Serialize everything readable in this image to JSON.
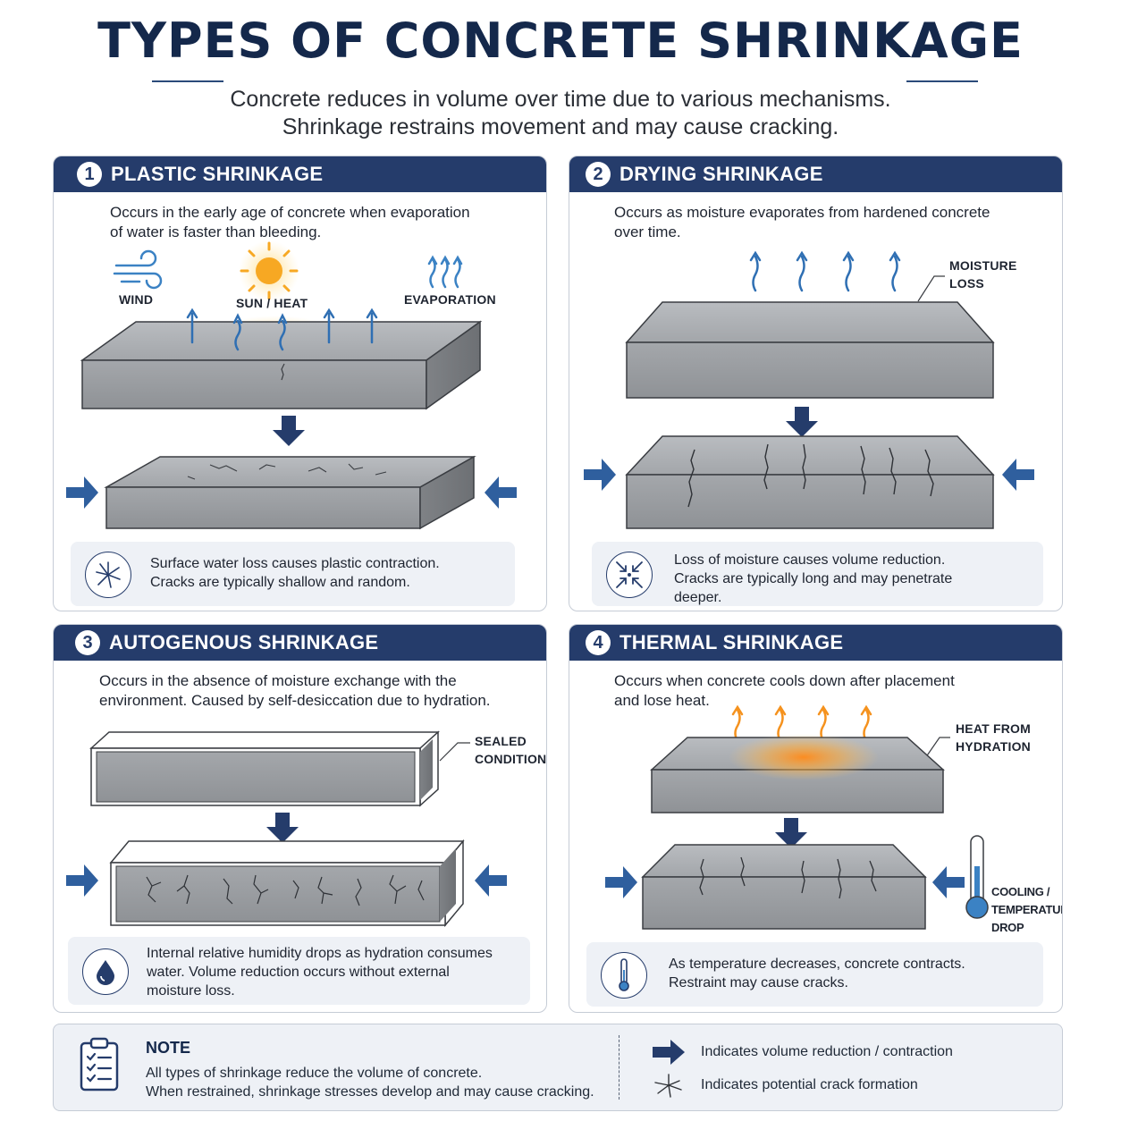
{
  "header": {
    "title": "TYPES OF CONCRETE SHRINKAGE",
    "subtitle_line1": "Concrete reduces in volume over time due to various mechanisms.",
    "subtitle_line2": "Shrinkage restrains movement and may cause cracking."
  },
  "panels": [
    {
      "number": "1",
      "title": "PLASTIC SHRINKAGE",
      "desc_line1": "Occurs in the early age of concrete when evaporation",
      "desc_line2": "of water is faster than bleeding.",
      "labels": {
        "wind": "WIND",
        "sun": "SUN / HEAT",
        "evaporation": "EVAPORATION"
      },
      "note_line1": "Surface water loss causes plastic contraction.",
      "note_line2": "Cracks are typically shallow and random.",
      "note_icon": "crack-burst-icon"
    },
    {
      "number": "2",
      "title": "DRYING SHRINKAGE",
      "desc_line1": "Occurs as moisture evaporates from hardened concrete",
      "desc_line2": "over time.",
      "labels": {
        "moisture_line1": "MOISTURE",
        "moisture_line2": "LOSS"
      },
      "note_line1": "Loss of moisture causes volume reduction.",
      "note_line2": "Cracks are typically long and may penetrate",
      "note_line3": "deeper.",
      "note_icon": "contraction-arrows-icon"
    },
    {
      "number": "3",
      "title": "AUTOGENOUS SHRINKAGE",
      "desc_line1": "Occurs in the absence of moisture exchange with the",
      "desc_line2": "environment. Caused by self-desiccation due to hydration.",
      "labels": {
        "sealed_line1": "SEALED",
        "sealed_line2": "CONDITION"
      },
      "note_line1": "Internal relative humidity drops as hydration consumes",
      "note_line2": "water. Volume reduction occurs without external",
      "note_line3": "moisture loss.",
      "note_icon": "water-drop-icon"
    },
    {
      "number": "4",
      "title": "THERMAL SHRINKAGE",
      "desc_line1": "Occurs when concrete cools down after placement",
      "desc_line2": "and lose heat.",
      "labels": {
        "heat_line1": "HEAT FROM",
        "heat_line2": "HYDRATION",
        "cool_line1": "COOLING /",
        "cool_line2": "TEMPERATURE",
        "cool_line3": "DROP"
      },
      "note_line1": "As temperature decreases, concrete contracts.",
      "note_line2": "Restraint may cause cracks.",
      "note_icon": "thermometer-icon"
    }
  ],
  "footer": {
    "title": "NOTE",
    "line1": "All types of shrinkage reduce the volume of concrete.",
    "line2": "When restrained, shrinkage stresses develop and may cause cracking.",
    "legend": [
      {
        "icon": "arrow-right-icon",
        "text": "Indicates volume reduction / contraction"
      },
      {
        "icon": "crack-icon",
        "text": "Indicates potential crack formation"
      }
    ]
  },
  "colors": {
    "navy": "#253c6b",
    "arrow_blue": "#2f5f9e",
    "vapor_blue": "#3b82c4",
    "heat_orange": "#f5921e",
    "concrete": "#9a9da2",
    "note_bg": "#eef1f6"
  }
}
